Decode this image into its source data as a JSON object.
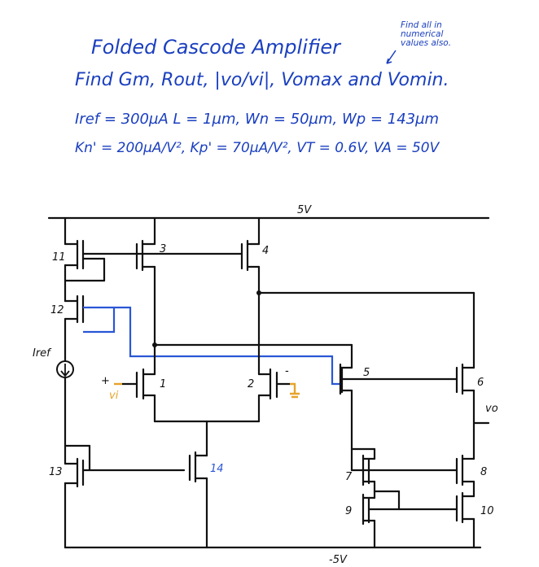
{
  "header": {
    "title": "Folded Cascode Amplifier",
    "find_text": "Find Gm, Rout, |vo/vi|, Vomax and Vomin.",
    "note": [
      "Find all in",
      "numerical",
      "values also."
    ],
    "params_line1": "Iref = 300µA   L = 1µm,  Wn = 50µm,  Wp = 143µm",
    "params_line2": "Kn' = 200µA/V²,  Kp' = 70µA/V²,  VT = 0.6V,  VA = 50V"
  },
  "schematic": {
    "vdd_label": "5V",
    "vss_label": "-5V",
    "iref_label": "Iref",
    "vin_label": "vi",
    "vout_label": "vo",
    "plus_sign": "+",
    "minus_sign": "-",
    "transistors": [
      {
        "label": "1"
      },
      {
        "label": "2"
      },
      {
        "label": "3"
      },
      {
        "label": "4"
      },
      {
        "label": "5"
      },
      {
        "label": "6"
      },
      {
        "label": "7"
      },
      {
        "label": "8"
      },
      {
        "label": "9"
      },
      {
        "label": "10"
      },
      {
        "label": "11"
      },
      {
        "label": "12"
      },
      {
        "label": "13"
      },
      {
        "label": "14"
      }
    ],
    "colors": {
      "ink": "#111111",
      "blue": "#1a3fbf",
      "bias_wire": "#2a56d6",
      "accent": "#e6a32a"
    }
  }
}
